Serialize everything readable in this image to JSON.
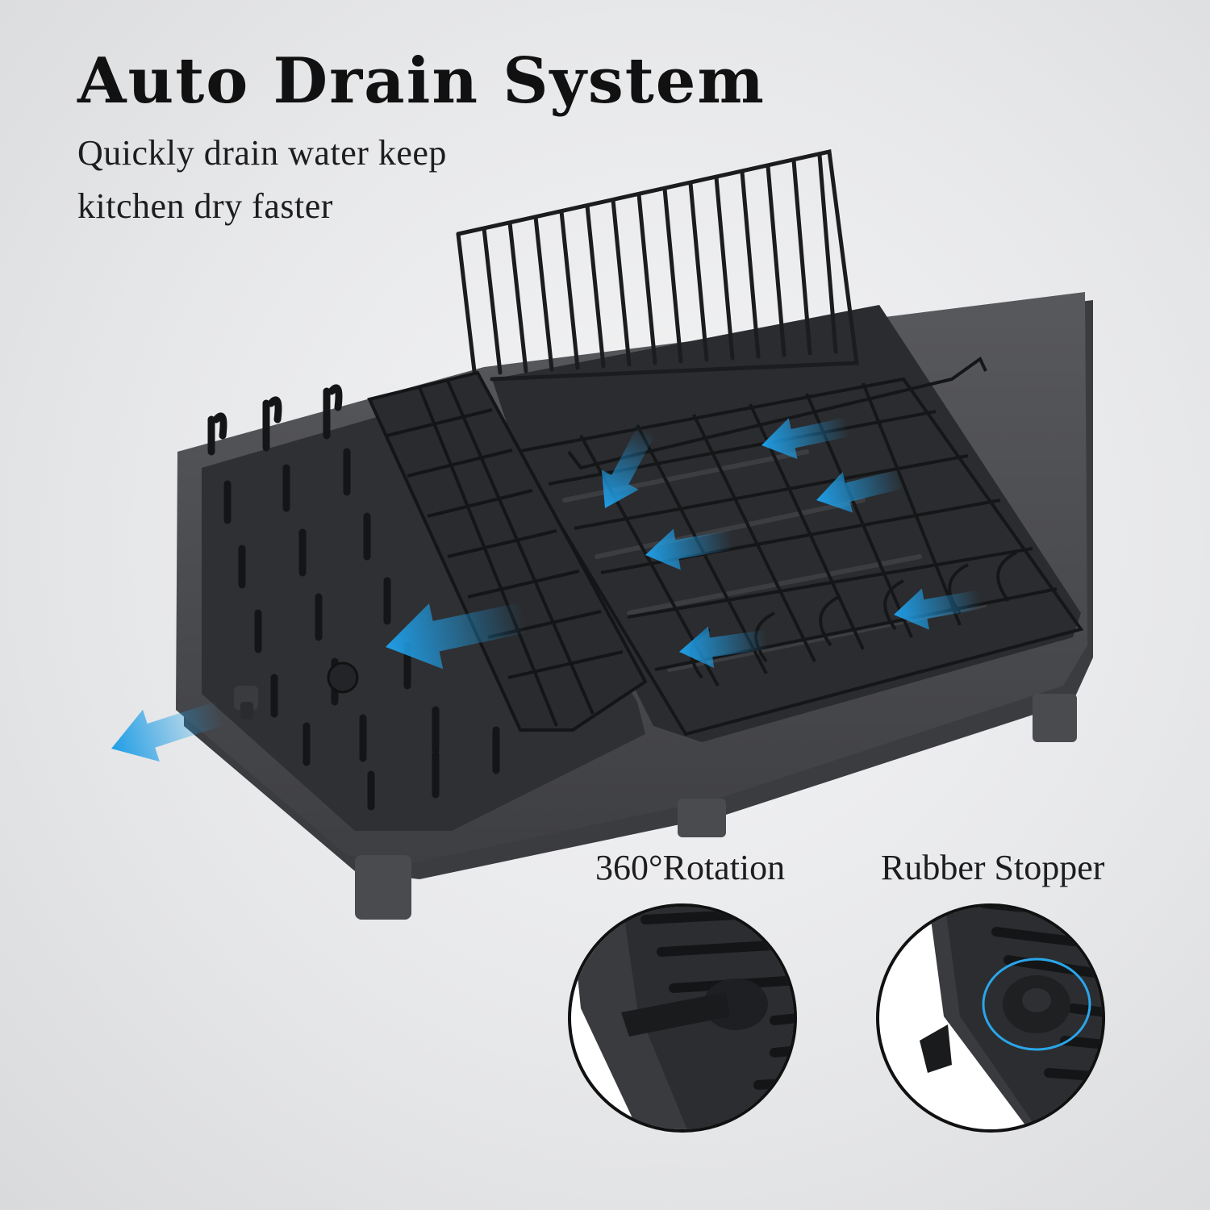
{
  "headline": "Auto Drain System",
  "subtitle_line1": "Quickly drain water keep",
  "subtitle_line2": "kitchen dry faster",
  "detail_left_caption": "360°Rotation",
  "detail_right_caption": "Rubber Stopper",
  "colors": {
    "background": "#e7e8ea",
    "tray": "#4a4b4f",
    "tray_inner": "#2f3033",
    "wire": "#1b1c1e",
    "arrow": "#2aa6ea",
    "highlight_ring": "#2aa6ea"
  },
  "icons": {
    "flow_arrow": "arrow-left-icon",
    "drain_spout": "spout-icon",
    "stopper": "stopper-icon"
  }
}
